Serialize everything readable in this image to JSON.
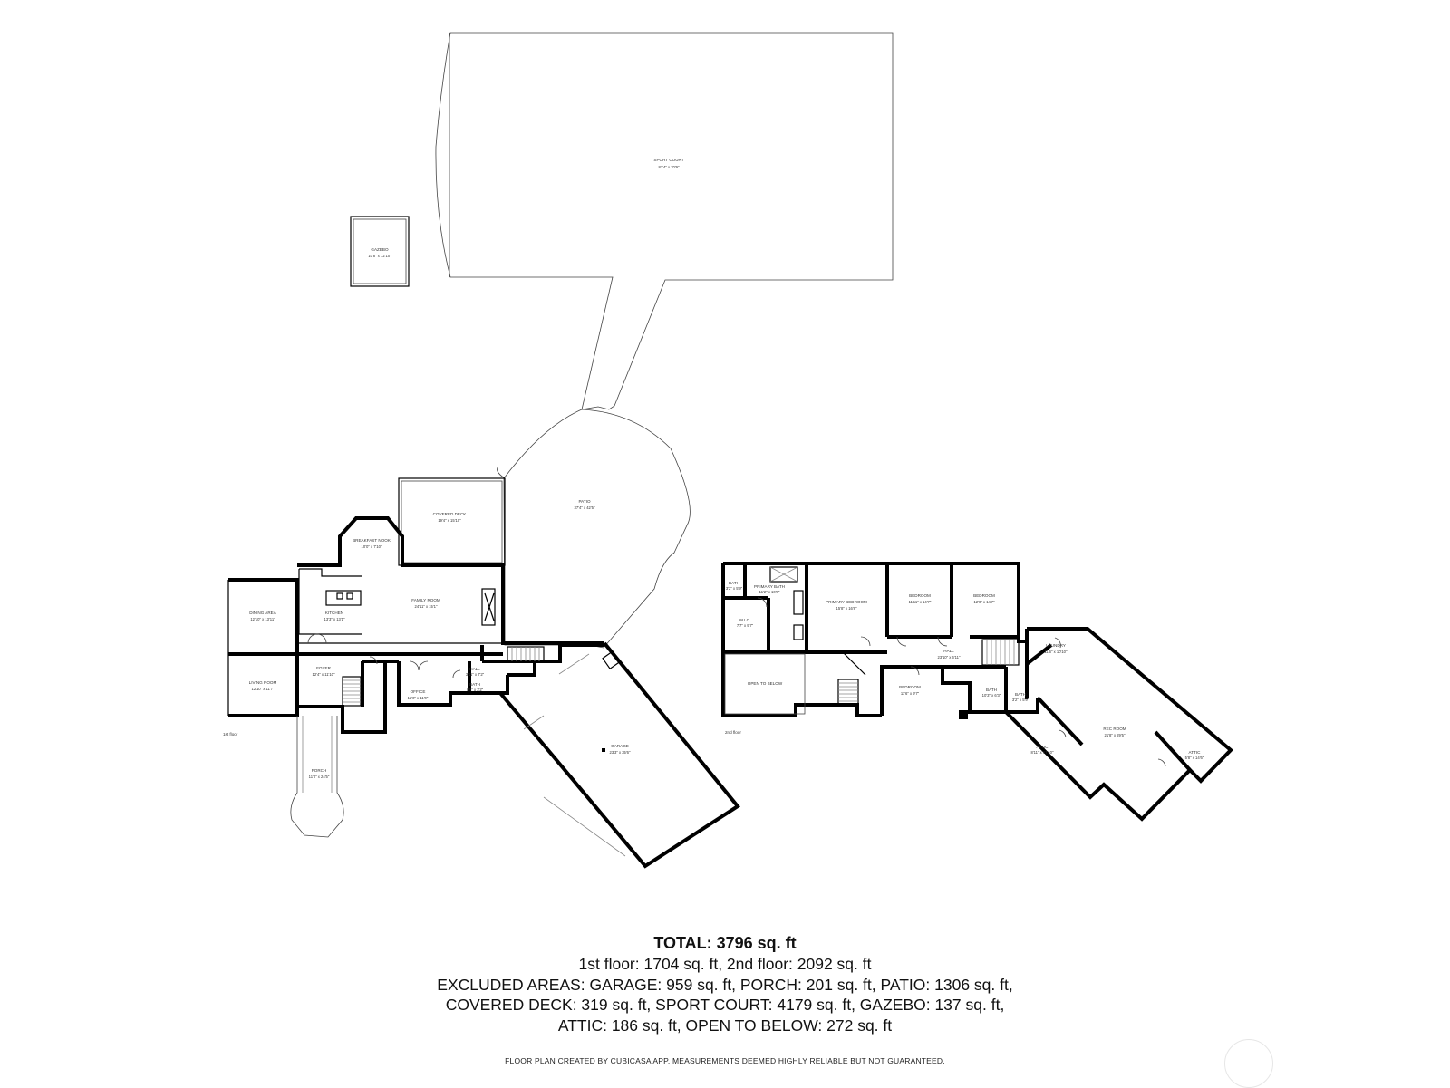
{
  "rooms": {
    "sport_court": {
      "name": "SPORT COURT",
      "dim": "87'4\" x 70'9\""
    },
    "gazebo": {
      "name": "GAZEBO",
      "dim": "10'8\" x 12'10\""
    },
    "patio": {
      "name": "PATIO",
      "dim": "37'4\" x 42'5\""
    },
    "covered_deck": {
      "name": "COVERED DECK",
      "dim": "19'4\" x 15'10\""
    },
    "breakfast_nook": {
      "name": "BREAKFAST NOOK",
      "dim": "10'0\" x 7'10\""
    },
    "family_room": {
      "name": "FAMILY ROOM",
      "dim": "24'11\" x 15'1\""
    },
    "kitchen": {
      "name": "KITCHEN",
      "dim": "13'3\" x 13'1\""
    },
    "dining_area": {
      "name": "DINING AREA",
      "dim": "12'10\" x 13'11\""
    },
    "living_room": {
      "name": "LIVING ROOM",
      "dim": "12'10\" x 11'7\""
    },
    "foyer": {
      "name": "FOYER",
      "dim": "12'4\" x 11'10\""
    },
    "office": {
      "name": "OFFICE",
      "dim": "12'0\" x 11'0\""
    },
    "hall_1": {
      "name": "HALL",
      "dim": "3'11\" x 7'2\""
    },
    "bath_1": {
      "name": "BATH",
      "dim": "8'5\" x 3'2\""
    },
    "garage": {
      "name": "GARAGE",
      "dim": "23'3\" x 35'6\""
    },
    "porch": {
      "name": "PORCH",
      "dim": "11'0\" x 24'5\""
    },
    "bath_2a": {
      "name": "BATH",
      "dim": "3'2\" x 5'9\""
    },
    "primary_bath": {
      "name": "PRIMARY BATH",
      "dim": "11'2\" x 10'8\""
    },
    "wic": {
      "name": "W.I.C.",
      "dim": "7'7\" x 9'7\""
    },
    "primary_bedroom": {
      "name": "PRIMARY BEDROOM",
      "dim": "15'8\" x 16'8\""
    },
    "bedroom_a": {
      "name": "BEDROOM",
      "dim": "11'11\" x 14'7\""
    },
    "bedroom_b": {
      "name": "BEDROOM",
      "dim": "12'0\" x 14'7\""
    },
    "laundry": {
      "name": "LAUNDRY",
      "dim": "11'6\" x 10'10\""
    },
    "hall_2": {
      "name": "HALL",
      "dim": "23'10\" x 6'11\""
    },
    "open_to_below": {
      "name": "OPEN TO BELOW",
      "dim": ""
    },
    "bedroom_c": {
      "name": "BEDROOM",
      "dim": "11'6\" x 9'7\""
    },
    "bath_2b": {
      "name": "BATH",
      "dim": "10'3\" x 6'3\""
    },
    "bath_2c": {
      "name": "BATH",
      "dim": "3'2\" x 5'9\""
    },
    "attic_a": {
      "name": "ATTIC",
      "dim": "8'11\" x 17'10\""
    },
    "rec_room": {
      "name": "REC ROOM",
      "dim": "21'8\" x 29'5\""
    },
    "attic_b": {
      "name": "ATTIC",
      "dim": "5'8\" x 14'6\""
    }
  },
  "floor_labels": {
    "first": "1st floor",
    "second": "2nd floor"
  },
  "summary": {
    "total": "TOTAL: 3796 sq. ft",
    "line1": "1st floor: 1704 sq. ft, 2nd floor: 2092 sq. ft",
    "line2": "EXCLUDED AREAS: GARAGE: 959 sq. ft, PORCH: 201 sq. ft, PATIO: 1306 sq. ft,",
    "line3": "COVERED DECK: 319 sq. ft, SPORT COURT: 4179 sq. ft, GAZEBO: 137 sq. ft,",
    "line4": "ATTIC: 186 sq. ft, OPEN TO BELOW: 272 sq. ft"
  },
  "note": "FLOOR PLAN CREATED BY CUBICASA APP. MEASUREMENTS DEEMED HIGHLY RELIABLE BUT NOT GUARANTEED."
}
